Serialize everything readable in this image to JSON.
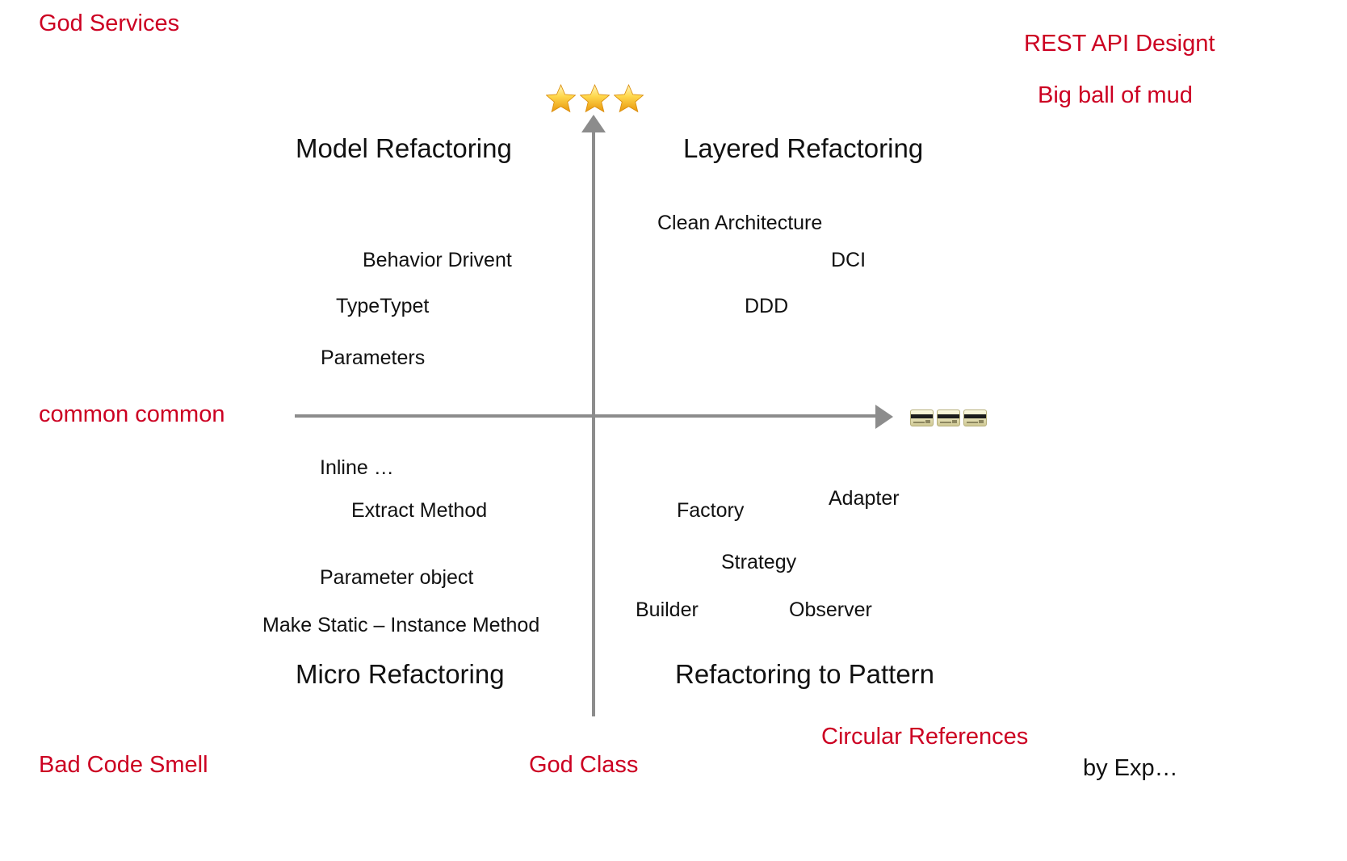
{
  "diagram": {
    "title": "Refactoring quadrant map",
    "axis": {
      "vertical_icon": "star-icon",
      "horizontal_icon": "credit-card-icon",
      "vertical_rating_count": 3,
      "horizontal_cost_count": 3
    },
    "colors": {
      "red_note": "#cc0022",
      "text": "#111111",
      "axis": "#8c8c8c",
      "background": "#ffffff"
    }
  },
  "quadrants": {
    "top_left": {
      "title": "Model Refactoring",
      "items": [
        {
          "label": "Behavior Drivent"
        },
        {
          "label": "TypeTypet"
        },
        {
          "label": "Parameters"
        }
      ]
    },
    "top_right": {
      "title": "Layered Refactoring",
      "items": [
        {
          "label": "Clean Architecture"
        },
        {
          "label": "DCI"
        },
        {
          "label": "DDD"
        }
      ]
    },
    "bottom_left": {
      "title": "Micro Refactoring",
      "items": [
        {
          "label": "Inline …"
        },
        {
          "label": "Extract Method"
        },
        {
          "label": "Parameter object"
        },
        {
          "label": "Make Static – Instance Method"
        }
      ]
    },
    "bottom_right": {
      "title": "Refactoring to Pattern",
      "items": [
        {
          "label": "Factory"
        },
        {
          "label": "Adapter"
        },
        {
          "label": "Strategy"
        },
        {
          "label": "Builder"
        },
        {
          "label": "Observer"
        }
      ]
    }
  },
  "annotations": {
    "top_left_note": "God Services",
    "top_right_note_1": "REST API Designt",
    "top_right_note_2": "Big ball of mud",
    "left_axis_note": "common common",
    "bottom_left_note": "Bad Code Smell",
    "bottom_center_note": "God Class",
    "bottom_right_note": "Circular References",
    "credit_note": "by Exp…"
  }
}
